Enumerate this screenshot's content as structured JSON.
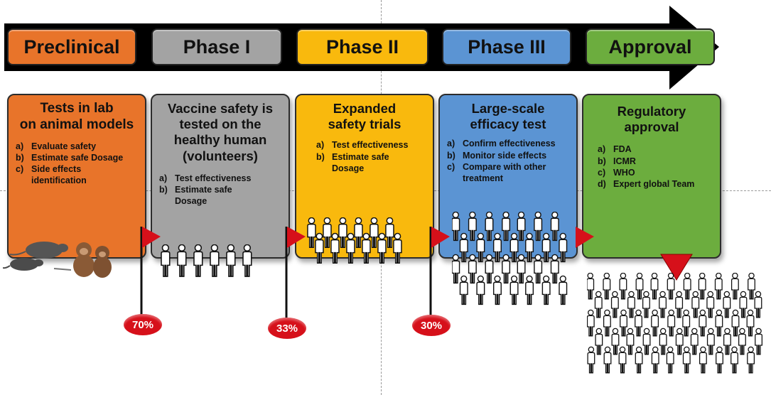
{
  "colors": {
    "preclinical": "#e8742a",
    "phase1": "#a3a3a3",
    "phase2": "#f9b90d",
    "phase3": "#5b94d3",
    "approval": "#6cad3e",
    "flag": "#d6101a",
    "arrow": "#000000"
  },
  "phases": [
    {
      "label": "Preclinical",
      "title": "Tests in lab\non animal models",
      "items": [
        {
          "marker": "a)",
          "text": "Evaluate safety"
        },
        {
          "marker": "b)",
          "text": "Estimate safe Dosage"
        },
        {
          "marker": "c)",
          "text": "Side effects identification"
        }
      ]
    },
    {
      "label": "Phase I",
      "title": "Vaccine safety is tested on the healthy human (volunteers)",
      "items": [
        {
          "marker": "a)",
          "text": "Test effectiveness"
        },
        {
          "marker": "b)",
          "text": "Estimate safe Dosage"
        }
      ]
    },
    {
      "label": "Phase II",
      "title": "Expanded safety trials",
      "items": [
        {
          "marker": "a)",
          "text": "Test effectiveness"
        },
        {
          "marker": "b)",
          "text": "Estimate safe Dosage"
        }
      ]
    },
    {
      "label": "Phase III",
      "title": "Large-scale efficacy test",
      "items": [
        {
          "marker": "a)",
          "text": "Confirm effectiveness"
        },
        {
          "marker": "b)",
          "text": "Monitor side effects"
        },
        {
          "marker": "c)",
          "text": "Compare with other treatment"
        }
      ]
    },
    {
      "label": "Approval",
      "title": "Regulatory approval",
      "items": [
        {
          "marker": "a)",
          "text": "FDA"
        },
        {
          "marker": "b)",
          "text": "ICMR"
        },
        {
          "marker": "c)",
          "text": "WHO"
        },
        {
          "marker": "d)",
          "text": "Expert global Team"
        }
      ]
    }
  ],
  "rates": [
    "70%",
    "33%",
    "30%"
  ],
  "icons": {
    "flag": "flag-icon",
    "person": "person-icon",
    "rat": "rat-icon",
    "monkey": "monkey-icon",
    "final_marker": "triangle-down-icon"
  }
}
